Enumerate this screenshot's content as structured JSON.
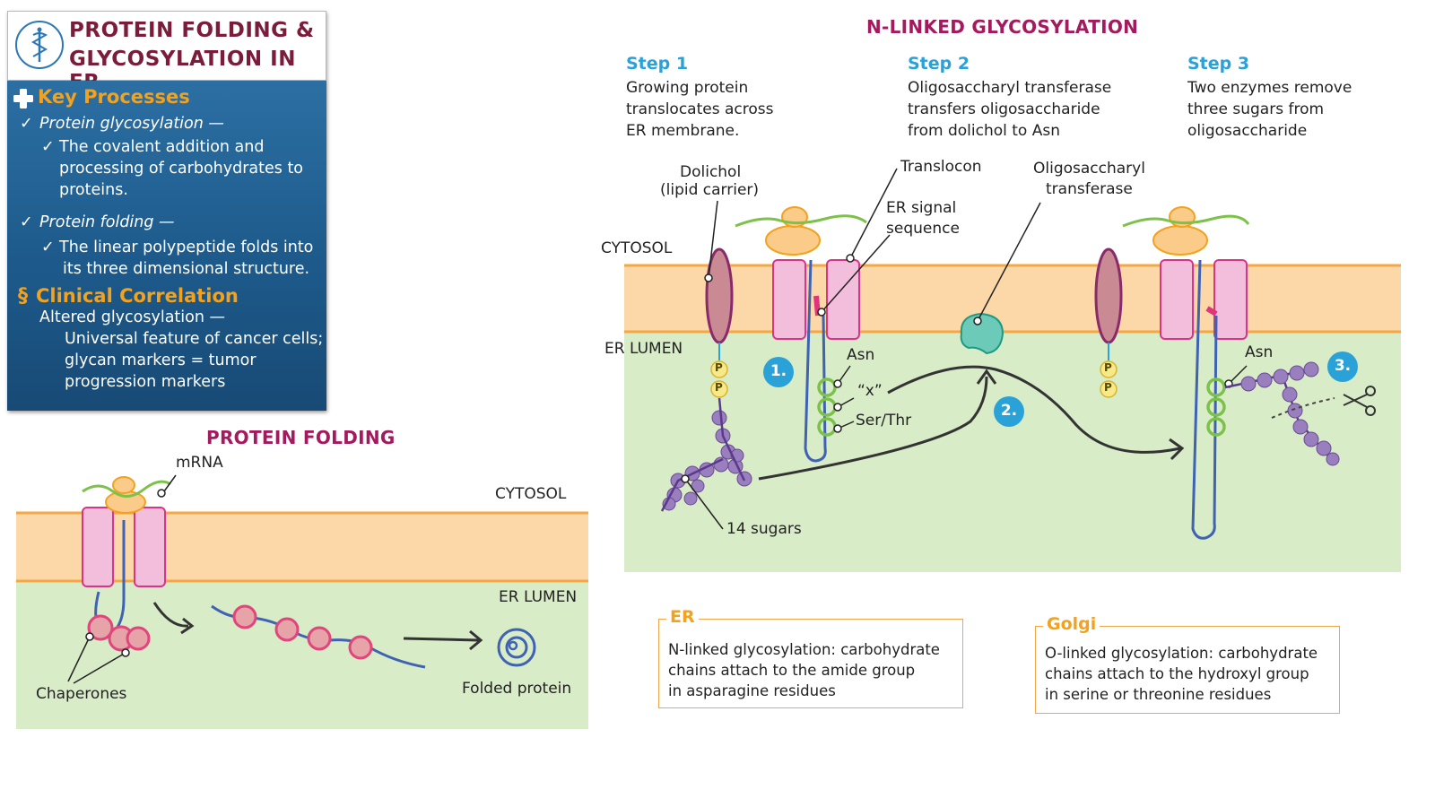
{
  "title": {
    "line1": "PROTEIN FOLDING &",
    "line2": "GLYCOSYLATION IN ER"
  },
  "key_panel": {
    "key_processes": "Key Processes",
    "glyco_title": "Protein glycosylation —",
    "glyco_desc": [
      "The covalent addition and",
      "processing of carbohydrates to",
      "proteins."
    ],
    "folding_title": "Protein folding —",
    "folding_desc": [
      "The linear polypeptide folds into",
      "its three dimensional structure."
    ],
    "clinical": "Clinical Correlation",
    "altered": "Altered glycosylation —",
    "altered_desc": [
      "Universal feature of cancer cells;",
      "glycan markers = tumor",
      "progression markers"
    ]
  },
  "folding": {
    "title": "PROTEIN FOLDING",
    "mrna": "mRNA",
    "cytosol": "CYTOSOL",
    "lumen": "ER LUMEN",
    "chaperones": "Chaperones",
    "folded": "Folded protein"
  },
  "nlinked": {
    "title": "N-LINKED GLYCOSYLATION",
    "steps": [
      {
        "label": "Step 1",
        "lines": [
          "Growing protein",
          "translocates across",
          "ER membrane."
        ]
      },
      {
        "label": "Step 2",
        "lines": [
          "Oligosaccharyl transferase",
          "transfers oligosaccharide",
          "from dolichol to Asn"
        ]
      },
      {
        "label": "Step 3",
        "lines": [
          "Two enzymes remove",
          "three sugars from",
          "oligosaccharide"
        ]
      }
    ],
    "dolichol": [
      "Dolichol",
      "(lipid carrier)"
    ],
    "translocon": "Translocon",
    "signal": [
      "ER signal",
      "sequence"
    ],
    "ost": [
      "Oligosaccharyl",
      "transferase"
    ],
    "cytosol": "CYTOSOL",
    "lumen": "ER LUMEN",
    "asn": "Asn",
    "x": "“x”",
    "serthr": "Ser/Thr",
    "sugars": "14 sugars",
    "p": "P",
    "badges": [
      "1.",
      "2.",
      "3."
    ],
    "asn3": "Asn"
  },
  "er_box": {
    "heading": "ER",
    "lines": [
      "N-linked glycosylation: carbohydrate",
      "chains attach to the amide group",
      "in asparagine residues"
    ]
  },
  "golgi_box": {
    "heading": "Golgi",
    "lines": [
      "O-linked glycosylation: carbohydrate",
      "chains attach to the hydroxyl group",
      "in serine or threonine residues"
    ]
  },
  "colors": {
    "membrane": "#fcd7a8",
    "membrane_line": "#f5a743",
    "lumen": "#d9ecc8",
    "channel": "#f3bedb",
    "channel_edge": "#d6358a",
    "polypeptide": "#3f62b3",
    "sugar": "#8f6fb0",
    "badge": "#2aa2d8"
  }
}
